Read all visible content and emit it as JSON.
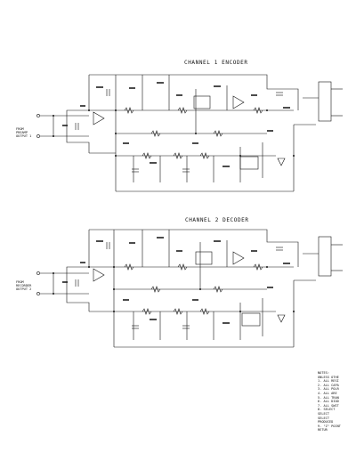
{
  "sections": {
    "encoder": {
      "title": "CHANNEL 1 ENCODER",
      "input_label": [
        "FROM",
        "PREAMP",
        "OUTPUT 1"
      ]
    },
    "decoder": {
      "title": "CHANNEL 2 DECODER",
      "input_label": [
        "FROM",
        "RECORDER",
        "OUTPUT 2"
      ]
    }
  },
  "notes": {
    "heading": "NOTES:",
    "lines": [
      "UNLESS OTHE",
      "1. ALL RESI",
      "2. ALL CAPA",
      "3. ALL POLR",
      "4. ALL ARE",
      "5. ALL TRAN",
      "6. ALL DIOD",
      "7. ALL SWIT",
      "8. SELECT",
      "   SELECT",
      "   SELECT",
      "   PRODUCED",
      "9. \"Z\" POINT",
      "   RETUR"
    ]
  },
  "colors": {
    "ink": "#111111",
    "paper": "#ffffff"
  }
}
